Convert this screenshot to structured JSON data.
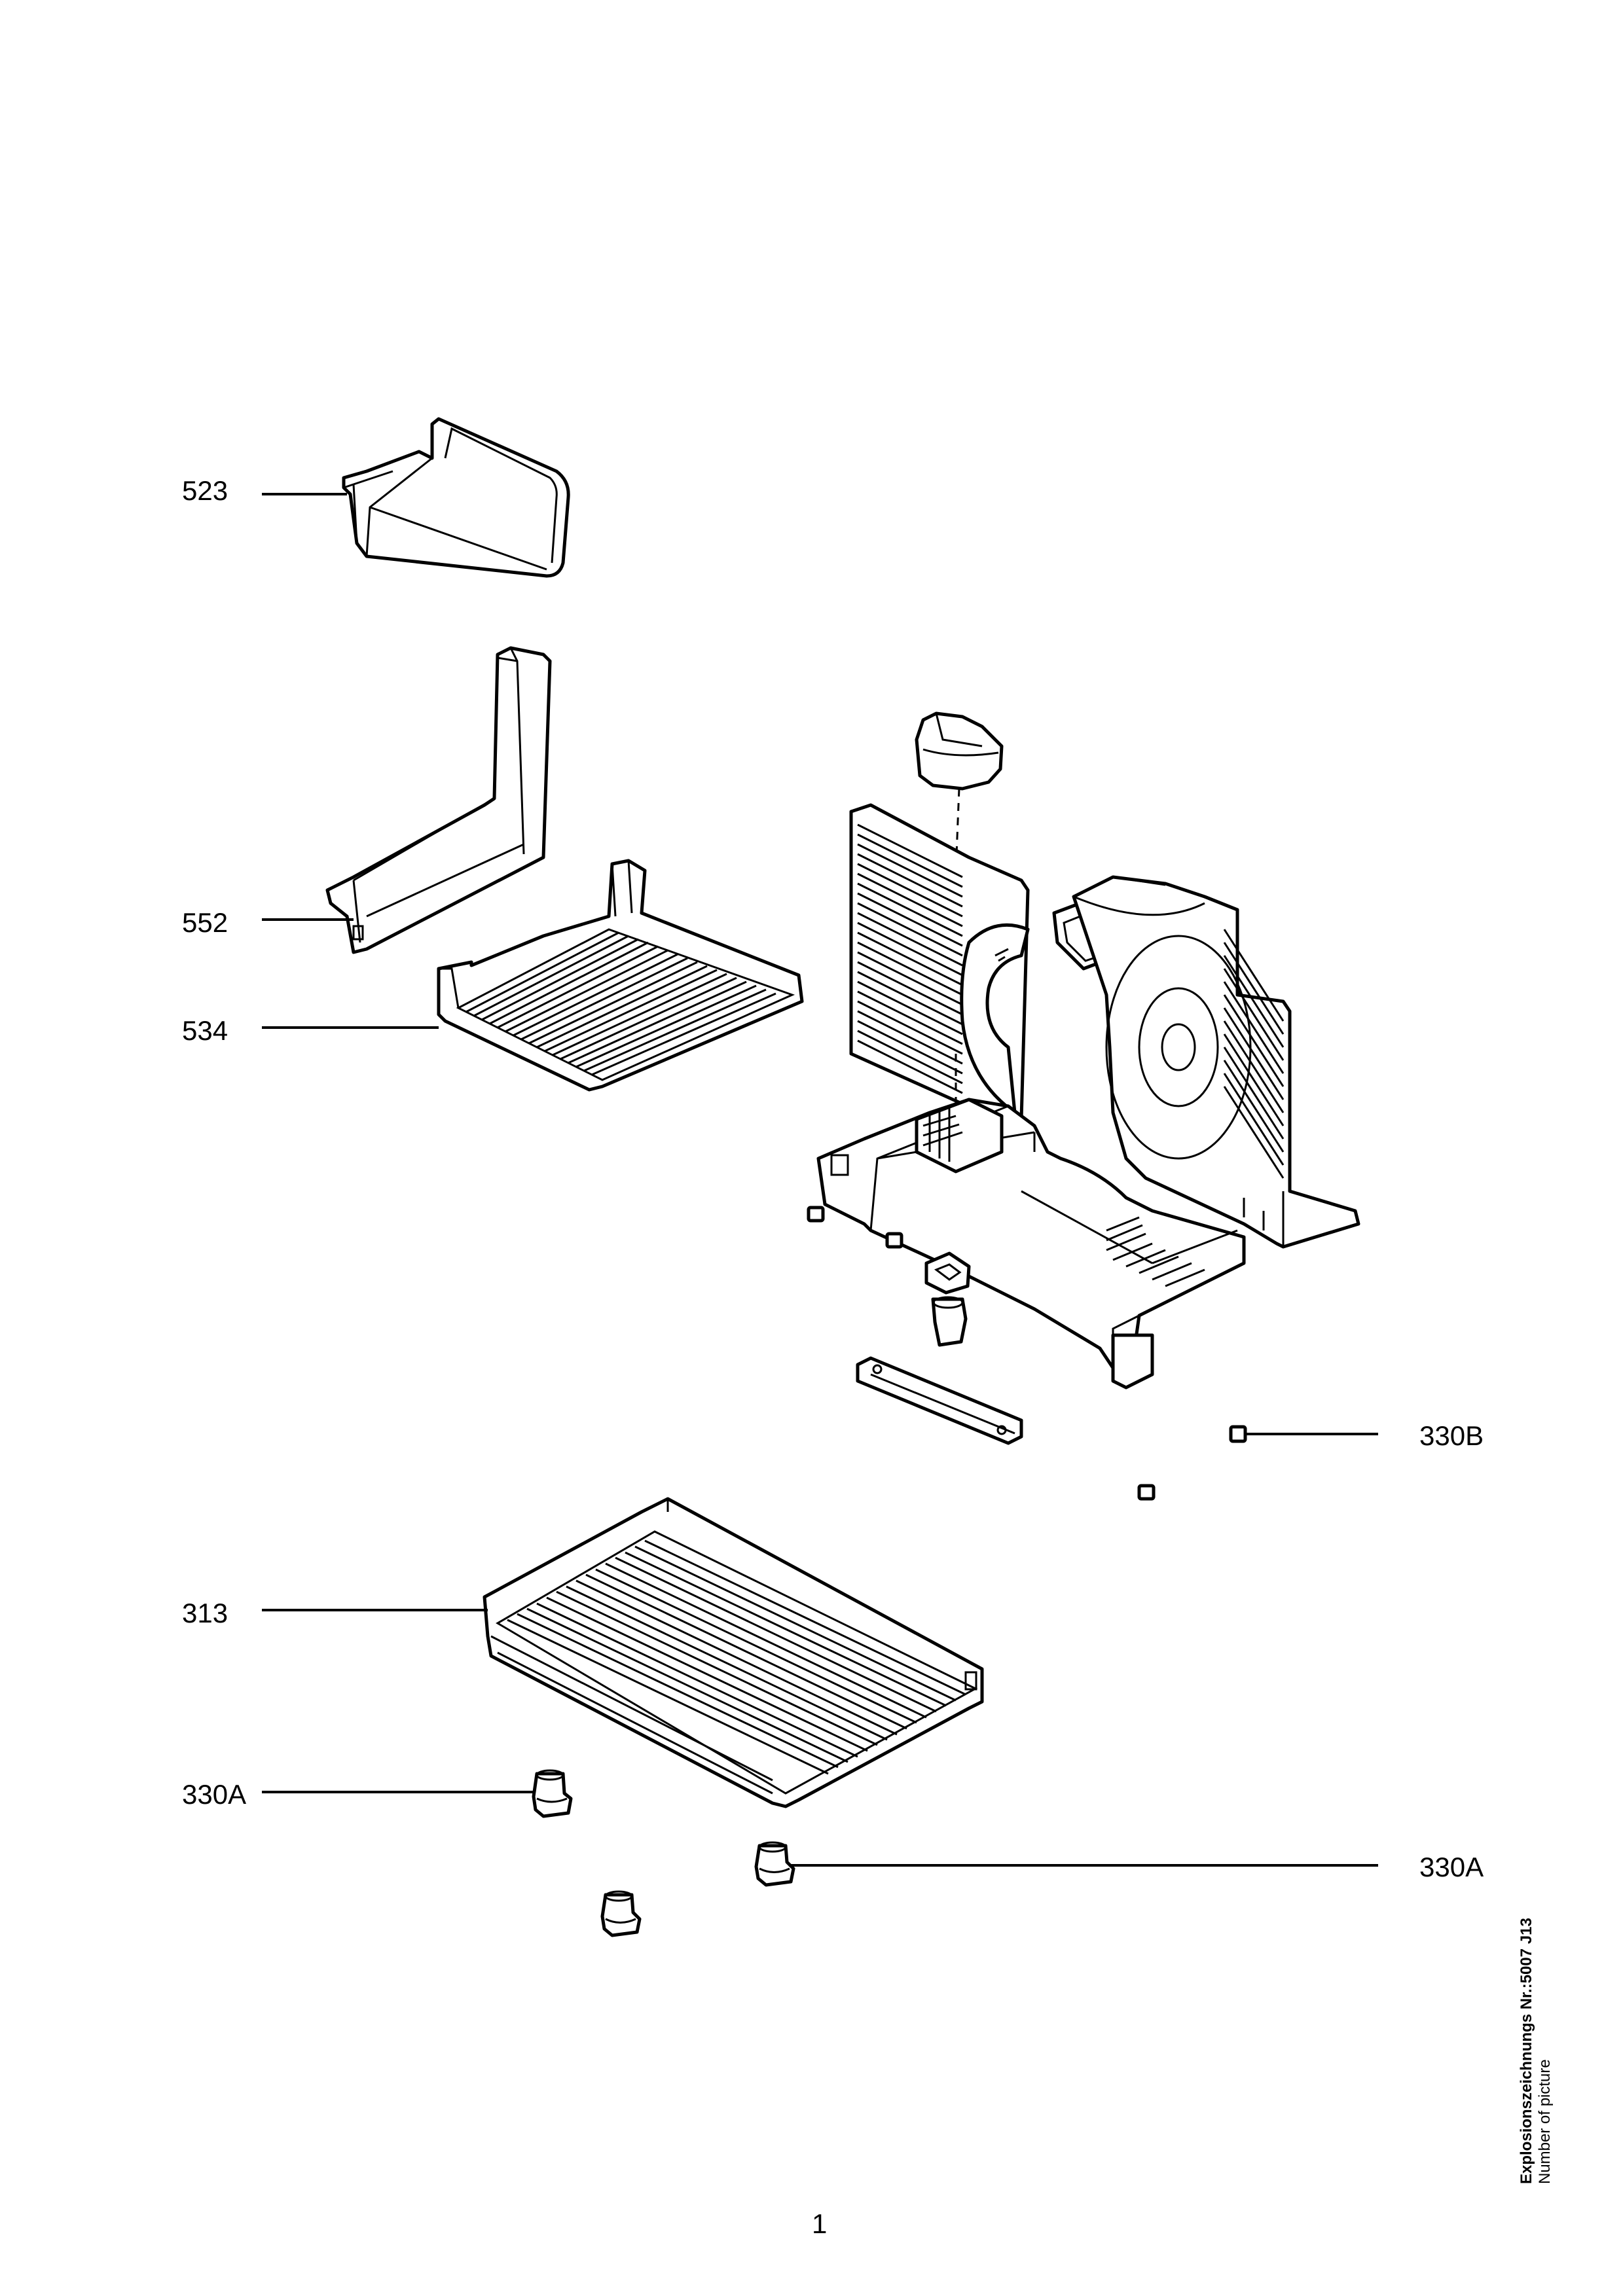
{
  "labels": {
    "p523": "523",
    "p552": "552",
    "p534": "534",
    "p330b": "330B",
    "p313": "313",
    "p330a_left": "330A",
    "p330a_right": "330A"
  },
  "page_number": "1",
  "caption": {
    "title": "Explosionszeichnungs Nr.:5007 J13",
    "subtitle": "Number of picture"
  }
}
